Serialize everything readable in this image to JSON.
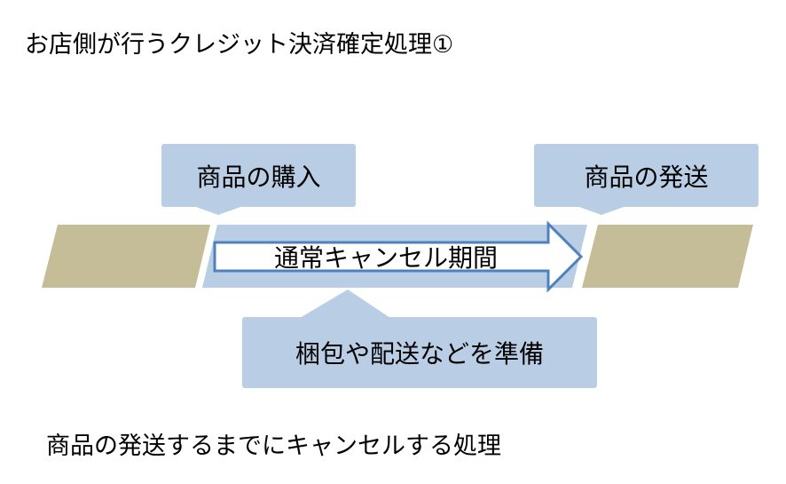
{
  "title": "お店側が行うクレジット決済確定処理①",
  "callouts": {
    "purchase": "商品の購入",
    "shipping": "商品の発送",
    "preparation": "梱包や配送などを準備"
  },
  "arrow_label": "通常キャンセル期間",
  "footer": "商品の発送するまでにキャンセルする処理",
  "colors": {
    "tan": "#C4BD97",
    "light_blue": "#B9CDE5",
    "arrow_border": "#4F81BD"
  }
}
